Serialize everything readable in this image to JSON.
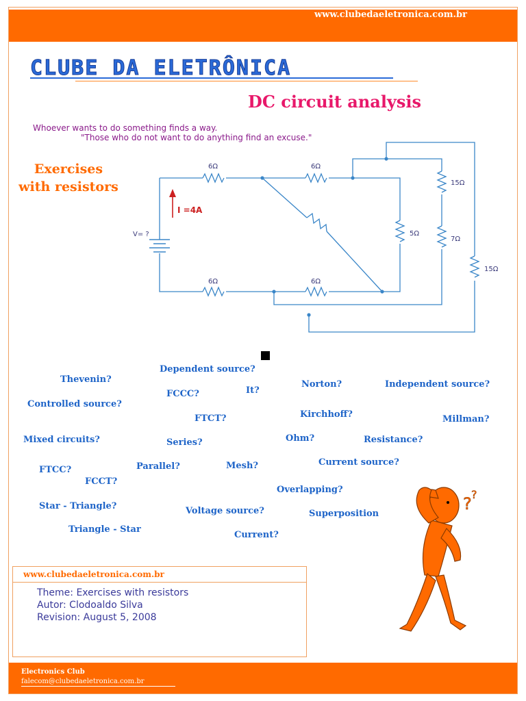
{
  "header": {
    "url": "www.clubedaeletronica.com.br",
    "band_color": "#ff6a00"
  },
  "logo": {
    "text": "CLUBE DA ELETRÔNICA",
    "color": "#2a6ad8"
  },
  "title": "DC circuit analysis",
  "motto": {
    "line1": "Whoever wants to do something finds a way.",
    "line2": "\"Those who do not want to do anything find an excuse.\""
  },
  "exercises": {
    "line1": "Exercises",
    "line2": "with resistors"
  },
  "circuit": {
    "resistors": {
      "top_left": "6Ω",
      "top_right": "6Ω",
      "bottom_left": "6Ω",
      "bottom_right": "6Ω",
      "middle": "5Ω",
      "right_top": "15Ω",
      "right_bottom": "7Ω",
      "far_right": "15Ω"
    },
    "current_label": "I =4A",
    "voltage_label": "V= ?"
  },
  "keywords": {
    "dependent_source": "Dependent source?",
    "thevenin": "Thevenin?",
    "fccc": "FCCC?",
    "it": "It?",
    "norton": "Norton?",
    "independent_source": "Independent source?",
    "controlled_source": "Controlled source?",
    "ftct": "FTCT?",
    "kirchhoff": "Kirchhoff?",
    "millman": "Millman?",
    "mixed_circuits": "Mixed circuits?",
    "series": "Series?",
    "ohm": "Ohm?",
    "resistance": "Resistance?",
    "current_source": "Current source?",
    "ftcc": "FTCC?",
    "parallel": "Parallel?",
    "mesh": "Mesh?",
    "fcct": "FCCT?",
    "overlapping": "Overlapping?",
    "star_triangle": "Star - Triangle?",
    "voltage_source": "Voltage source?",
    "superposition": "Superposition",
    "triangle_star": "Triangle - Star",
    "current": "Current?"
  },
  "info": {
    "url": "www.clubedaeletronica.com.br",
    "theme": "Theme: Exercises with resistors",
    "author": "Autor: Clodoaldo Silva",
    "revision": "Revision: August 5, 2008"
  },
  "footer": {
    "club": "Electronics Club",
    "email": "falecom@clubedaeletronica.com.br"
  }
}
